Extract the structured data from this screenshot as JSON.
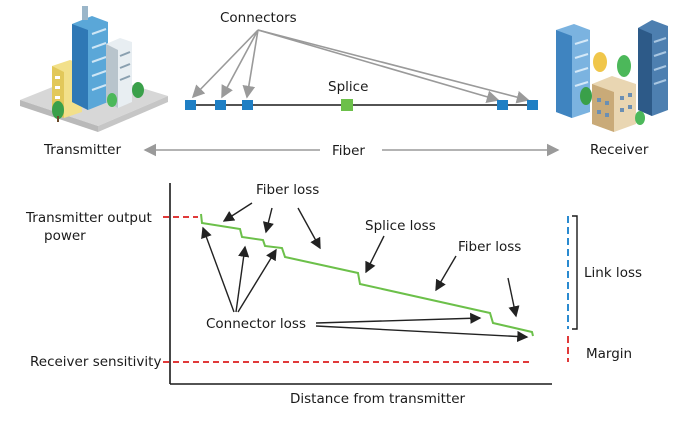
{
  "top": {
    "connectors_label": "Connectors",
    "splice_label": "Splice",
    "transmitter_label": "Transmitter",
    "fiber_label": "Fiber",
    "receiver_label": "Receiver"
  },
  "chart": {
    "x_axis_label": "Distance from transmitter",
    "left_labels": {
      "tx_power_line1": "Transmitter output",
      "tx_power_line2": "power",
      "rx_sensitivity": "Receiver sensitivity"
    },
    "annotations": {
      "fiber_loss_1": "Fiber loss",
      "splice_loss": "Splice loss",
      "fiber_loss_2": "Fiber loss",
      "connector_loss": "Connector loss",
      "link_loss": "Link loss",
      "margin": "Margin"
    }
  },
  "colors": {
    "connector": "#1f7fc4",
    "splice": "#6cc04a",
    "loss_curve": "#6cc04a",
    "dashed_red": "#e03a3a",
    "dashed_blue": "#2a8ad0",
    "arrow_gray": "#9a9a9a",
    "text": "#1a1a1a"
  },
  "icons": [
    "transmitter-buildings-icon",
    "receiver-buildings-icon"
  ]
}
